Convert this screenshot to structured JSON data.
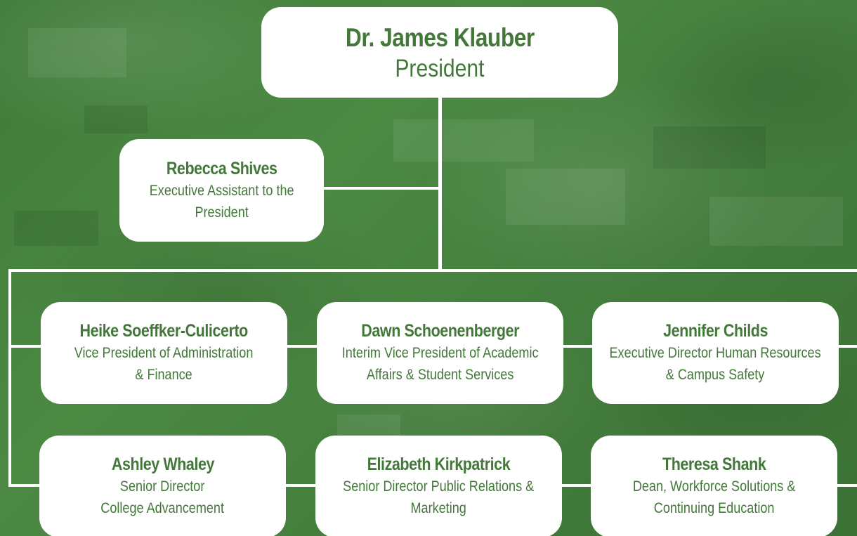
{
  "org_chart": {
    "president": {
      "name": "Dr. James Klauber",
      "title_lines": [
        "President"
      ]
    },
    "assistant": {
      "name": "Rebecca Shives",
      "title_lines": [
        "Executive Assistant to the",
        "President"
      ]
    },
    "row1": [
      {
        "name": "Heike Soeffker-Culicerto",
        "title_lines": [
          "Vice President of Administration",
          "& Finance"
        ]
      },
      {
        "name": "Dawn Schoenenberger",
        "title_lines": [
          "Interim Vice President of Academic",
          "Affairs & Student Services"
        ]
      },
      {
        "name": "Jennifer Childs",
        "title_lines": [
          "Executive Director Human Resources",
          "& Campus Safety"
        ]
      }
    ],
    "row2": [
      {
        "name": "Ashley Whaley",
        "title_lines": [
          "Senior Director",
          "College Advancement"
        ]
      },
      {
        "name": "Elizabeth Kirkpatrick",
        "title_lines": [
          "Senior Director Public Relations &",
          "Marketing"
        ]
      },
      {
        "name": "Theresa Shank",
        "title_lines": [
          "Dean, Workforce Solutions &",
          "Continuing Education"
        ]
      }
    ]
  },
  "colors": {
    "text_green": "#43783a",
    "background_green": "#4a8642",
    "box_fill": "#ffffff",
    "connector": "#ffffff"
  }
}
